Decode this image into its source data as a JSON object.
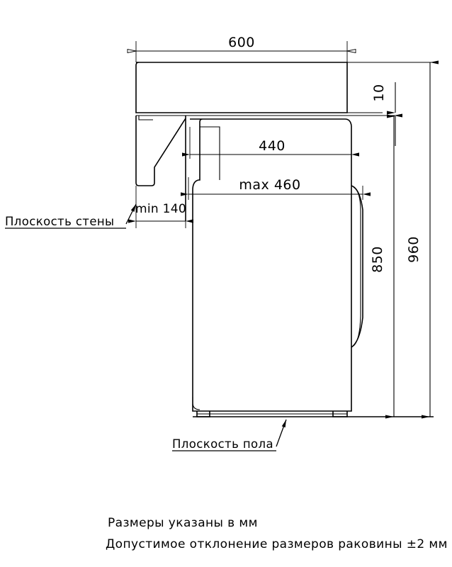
{
  "drawing": {
    "title": "Sink installation dimension drawing",
    "units_note": "Размеры указаны в мм",
    "tolerance_note": "Допустимое отклонение размеров раковины ±2 мм",
    "line_color": "#000000",
    "background_color": "#ffffff"
  },
  "dimensions": {
    "top_width": "600",
    "countertop_thickness": "10",
    "basin_width": "440",
    "basin_max_width": "max 460",
    "bracket_min_depth": "min 140",
    "basin_height": "850",
    "overall_height": "960"
  },
  "labels": {
    "wall_plane": "Плоскость стены",
    "floor_plane": "Плоскость пола"
  },
  "notes": [
    "Размеры указаны в мм",
    "Допустимое отклонение размеров раковины ±2 мм"
  ]
}
